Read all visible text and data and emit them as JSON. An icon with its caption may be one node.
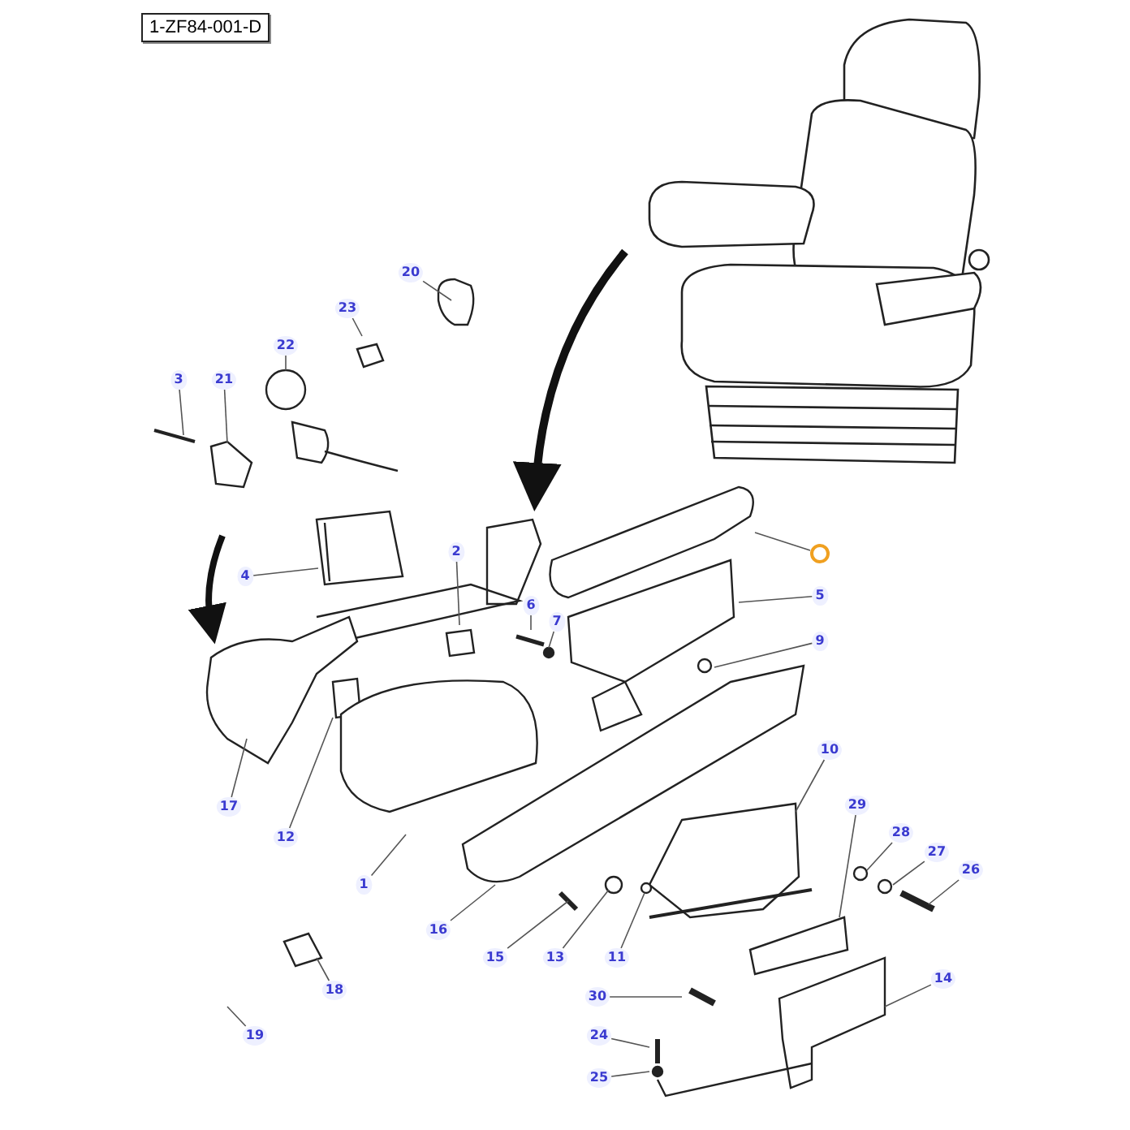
{
  "diagram": {
    "nodes": [
      {
        "text": [
          "1-ZF84-001-D"
        ]
      },
      {
        "text": [
          "20"
        ]
      },
      {
        "text": [
          "23"
        ]
      },
      {
        "text": [
          "22"
        ]
      },
      {
        "text": [
          "3"
        ]
      },
      {
        "text": [
          "21"
        ]
      },
      {
        "text": [
          "4"
        ]
      },
      {
        "text": [
          "2"
        ]
      },
      {
        "text": [
          "6"
        ]
      },
      {
        "text": [
          "7"
        ]
      },
      {
        "text": [],
        "shape": "circle"
      },
      {
        "text": [
          "5"
        ]
      },
      {
        "text": [
          "9"
        ]
      },
      {
        "text": [
          "10"
        ]
      },
      {
        "text": [
          "17"
        ]
      },
      {
        "text": [
          "12"
        ]
      },
      {
        "text": [
          "29"
        ]
      },
      {
        "text": [
          "28"
        ]
      },
      {
        "text": [
          "27"
        ]
      },
      {
        "text": [
          "26"
        ]
      },
      {
        "text": [
          "1"
        ]
      },
      {
        "text": [
          "16"
        ]
      },
      {
        "text": [
          "15"
        ]
      },
      {
        "text": [
          "13"
        ]
      },
      {
        "text": [
          "11"
        ]
      },
      {
        "text": [
          "18"
        ]
      },
      {
        "text": [
          "30"
        ]
      },
      {
        "text": [
          "14"
        ]
      },
      {
        "text": [
          "19"
        ]
      },
      {
        "text": [
          "24"
        ]
      },
      {
        "text": [
          "25"
        ]
      }
    ],
    "edges": [
      {
        "from": 1,
        "to": null,
        "arrow": "none"
      },
      {
        "from": 2,
        "to": null,
        "arrow": "none"
      },
      {
        "from": 3,
        "to": null,
        "arrow": "none"
      },
      {
        "from": 4,
        "to": null,
        "arrow": "none"
      },
      {
        "from": 5,
        "to": null,
        "arrow": "none"
      },
      {
        "from": 6,
        "to": null,
        "arrow": "none"
      },
      {
        "from": 7,
        "to": null,
        "arrow": "none"
      },
      {
        "from": 8,
        "to": null,
        "arrow": "none"
      },
      {
        "from": 9,
        "to": null,
        "arrow": "none"
      },
      {
        "from": 10,
        "to": null,
        "arrow": "none"
      },
      {
        "from": 11,
        "to": null,
        "arrow": "none"
      },
      {
        "from": 12,
        "to": null,
        "arrow": "none"
      },
      {
        "from": 13,
        "to": null,
        "arrow": "none"
      },
      {
        "from": 14,
        "to": null,
        "arrow": "none"
      },
      {
        "from": 15,
        "to": null,
        "arrow": "none"
      },
      {
        "from": 16,
        "to": null,
        "arrow": "none"
      },
      {
        "from": 17,
        "to": null,
        "arrow": "none"
      },
      {
        "from": 18,
        "to": null,
        "arrow": "none"
      },
      {
        "from": 19,
        "to": null,
        "arrow": "none"
      },
      {
        "from": 20,
        "to": null,
        "arrow": "none"
      },
      {
        "from": 21,
        "to": null,
        "arrow": "none"
      },
      {
        "from": 22,
        "to": null,
        "arrow": "none"
      },
      {
        "from": 23,
        "to": null,
        "arrow": "none"
      },
      {
        "from": 24,
        "to": null,
        "arrow": "none"
      },
      {
        "from": 25,
        "to": null,
        "arrow": "none"
      },
      {
        "from": 26,
        "to": null,
        "arrow": "none"
      },
      {
        "from": 27,
        "to": null,
        "arrow": "none"
      },
      {
        "from": 28,
        "to": null,
        "arrow": "none"
      },
      {
        "from": 29,
        "to": null,
        "arrow": "none"
      },
      {
        "from": 30,
        "to": null,
        "arrow": "none"
      }
    ]
  }
}
